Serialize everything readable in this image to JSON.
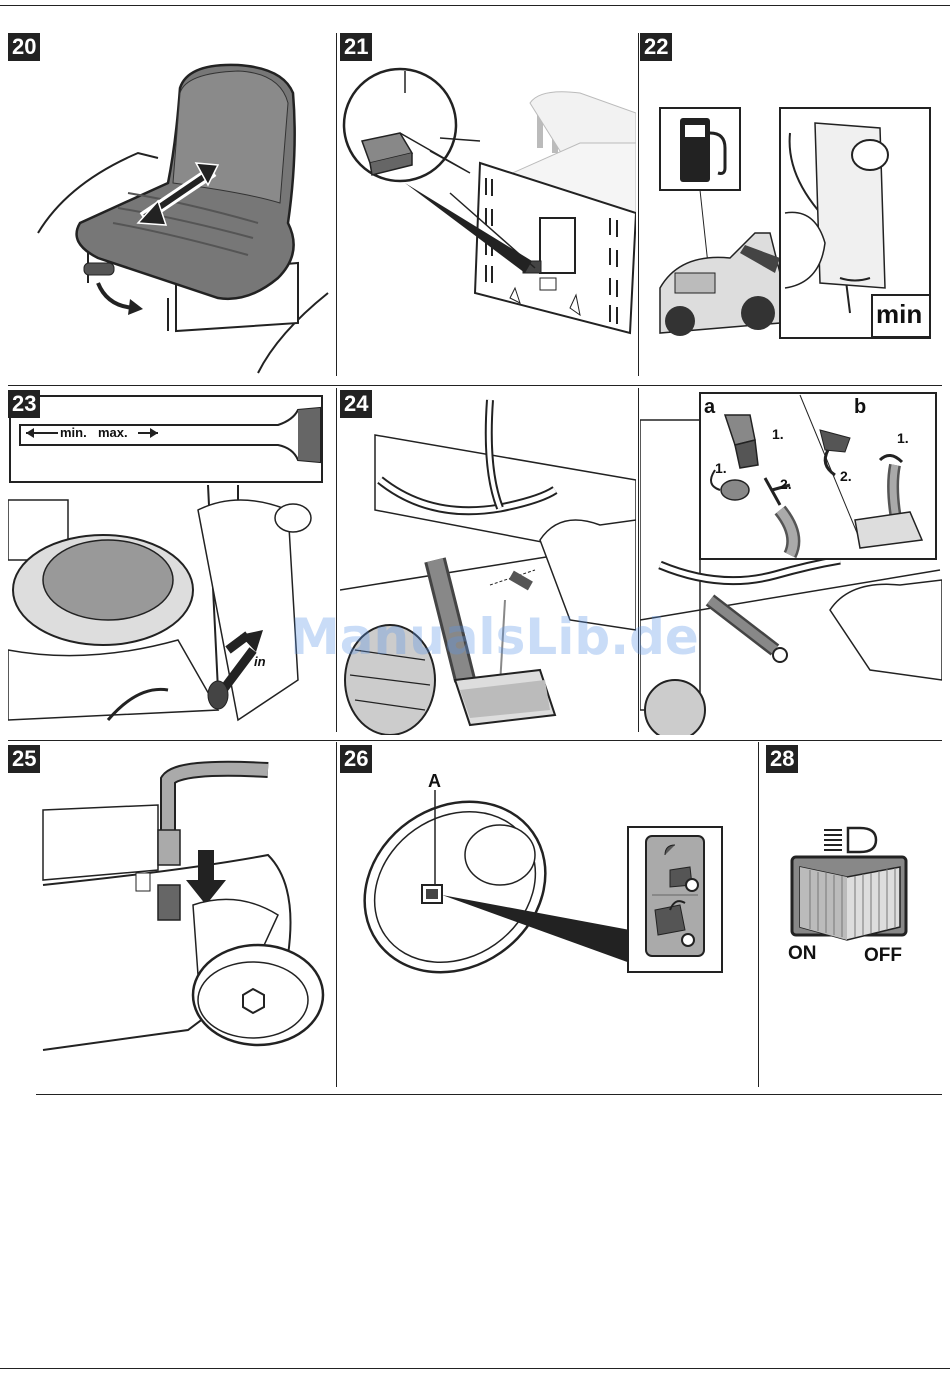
{
  "figures": {
    "f20": {
      "number": "20"
    },
    "f21": {
      "number": "21"
    },
    "f22": {
      "number": "22",
      "min_label": "min"
    },
    "f23": {
      "number": "23",
      "dipstick_min": "min.",
      "dipstick_max": "max.",
      "tank_mark": "in"
    },
    "f24": {
      "number": "24",
      "label_a": "a",
      "label_b": "b",
      "step1": "1.",
      "step2": "2."
    },
    "f25": {
      "number": "25"
    },
    "f26": {
      "number": "26",
      "callout": "A"
    },
    "f28": {
      "number": "28",
      "on": "ON",
      "off": "OFF"
    }
  },
  "watermark": "ManualsLib.de"
}
